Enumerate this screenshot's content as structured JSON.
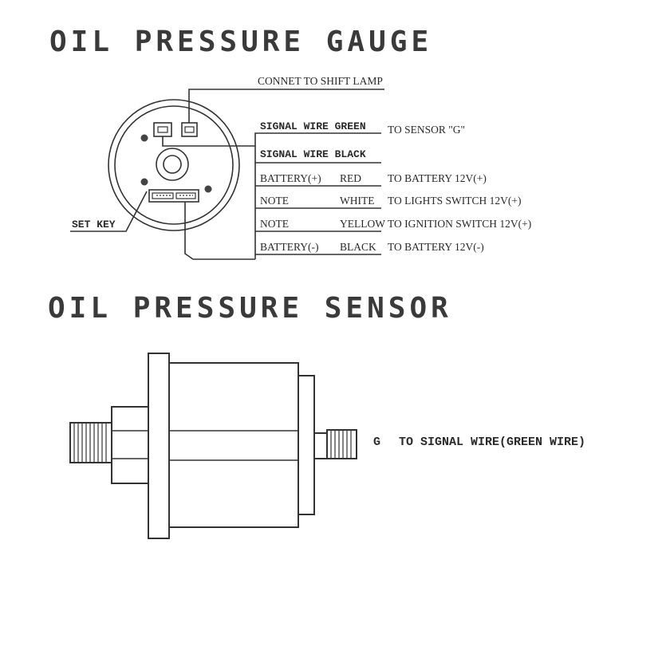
{
  "gauge": {
    "title": "OIL PRESSURE GAUGE",
    "shift_lamp_label": "CONNET TO SHIFT LAMP",
    "set_key_label": "SET KEY",
    "wires": [
      {
        "name": "SIGNAL WIRE GREEN",
        "color": "",
        "destination": "TO SENSOR \"G\""
      },
      {
        "name": "SIGNAL WIRE BLACK",
        "color": "",
        "destination": ""
      },
      {
        "name": "BATTERY(+)",
        "color": "RED",
        "destination": "TO BATTERY 12V(+)"
      },
      {
        "name": "NOTE",
        "color": "WHITE",
        "destination": "TO LIGHTS SWITCH 12V(+)"
      },
      {
        "name": "NOTE",
        "color": "YELLOW",
        "destination": "TO IGNITION SWITCH 12V(+)"
      },
      {
        "name": "BATTERY(-)",
        "color": "BLACK",
        "destination": "TO BATTERY 12V(-)"
      }
    ]
  },
  "sensor": {
    "title": "OIL PRESSURE SENSOR",
    "terminal_letter": "G",
    "terminal_label": "TO SIGNAL WIRE(GREEN WIRE)"
  },
  "colors": {
    "ink": "#333333",
    "background": "#ffffff"
  }
}
